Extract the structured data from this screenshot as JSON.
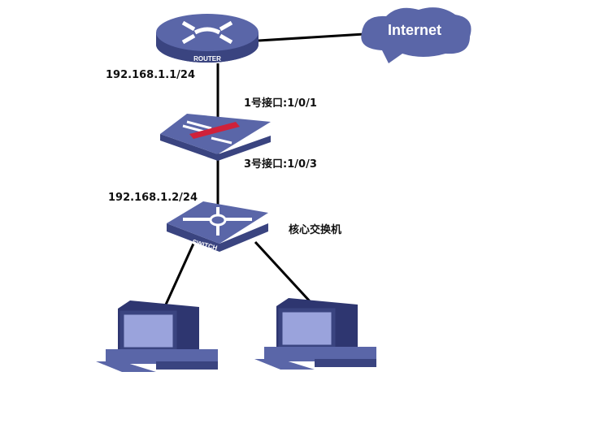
{
  "devices": {
    "router_label": "ROUTER",
    "switch_label": "SWITCH",
    "cloud_label": "Internet"
  },
  "labels": {
    "router_ip": "192.168.1.1/24",
    "port1": "1号接口:1/0/1",
    "port3": "3号接口:1/0/3",
    "switch_ip": "192.168.1.2/24",
    "core_switch": "核心交换机"
  },
  "colors": {
    "device": "#5a66a8",
    "device_dark": "#3a4480",
    "firewall_bar": "#d0213a"
  }
}
